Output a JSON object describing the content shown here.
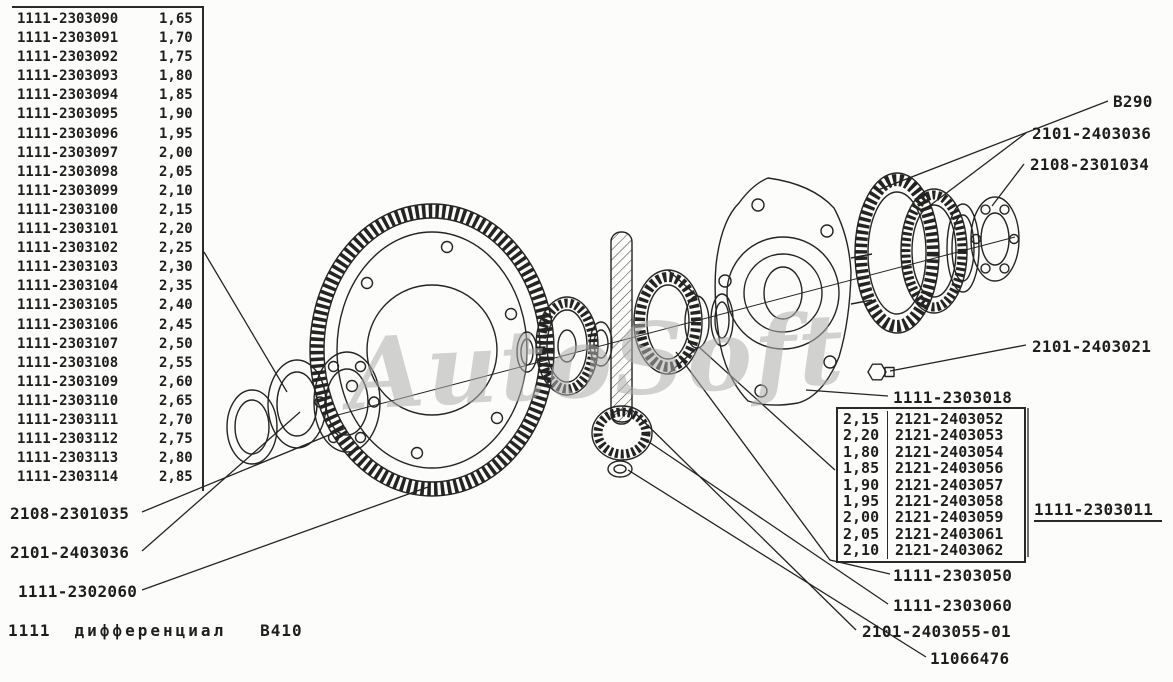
{
  "watermark": "AutoSoft",
  "title": {
    "code": "1111",
    "name": "дифференциал",
    "figure": "B410"
  },
  "left_shim_list": {
    "rows": [
      {
        "part": "1111-2303090",
        "value": "1,65"
      },
      {
        "part": "1111-2303091",
        "value": "1,70"
      },
      {
        "part": "1111-2303092",
        "value": "1,75"
      },
      {
        "part": "1111-2303093",
        "value": "1,80"
      },
      {
        "part": "1111-2303094",
        "value": "1,85"
      },
      {
        "part": "1111-2303095",
        "value": "1,90"
      },
      {
        "part": "1111-2303096",
        "value": "1,95"
      },
      {
        "part": "1111-2303097",
        "value": "2,00"
      },
      {
        "part": "1111-2303098",
        "value": "2,05"
      },
      {
        "part": "1111-2303099",
        "value": "2,10"
      },
      {
        "part": "1111-2303100",
        "value": "2,15"
      },
      {
        "part": "1111-2303101",
        "value": "2,20"
      },
      {
        "part": "1111-2303102",
        "value": "2,25"
      },
      {
        "part": "1111-2303103",
        "value": "2,30"
      },
      {
        "part": "1111-2303104",
        "value": "2,35"
      },
      {
        "part": "1111-2303105",
        "value": "2,40"
      },
      {
        "part": "1111-2303106",
        "value": "2,45"
      },
      {
        "part": "1111-2303107",
        "value": "2,50"
      },
      {
        "part": "1111-2303108",
        "value": "2,55"
      },
      {
        "part": "1111-2303109",
        "value": "2,60"
      },
      {
        "part": "1111-2303110",
        "value": "2,65"
      },
      {
        "part": "1111-2303111",
        "value": "2,70"
      },
      {
        "part": "1111-2303112",
        "value": "2,75"
      },
      {
        "part": "1111-2303113",
        "value": "2,80"
      },
      {
        "part": "1111-2303114",
        "value": "2,85"
      }
    ]
  },
  "washer_table": {
    "rows": [
      {
        "value": "2,15",
        "part": "2121-2403052"
      },
      {
        "value": "2,20",
        "part": "2121-2403053"
      },
      {
        "value": "1,80",
        "part": "2121-2403054"
      },
      {
        "value": "1,85",
        "part": "2121-2403056"
      },
      {
        "value": "1,90",
        "part": "2121-2403057"
      },
      {
        "value": "1,95",
        "part": "2121-2403058"
      },
      {
        "value": "2,00",
        "part": "2121-2403059"
      },
      {
        "value": "2,05",
        "part": "2121-2403061"
      },
      {
        "value": "2,10",
        "part": "2121-2403062"
      }
    ]
  },
  "callouts": {
    "b290": "B290",
    "bearing_right_2101_2403036": "2101-2403036",
    "bearing_2108_2301034": "2108-2301034",
    "bolt_2101_2403021": "2101-2403021",
    "case_1111_2303018": "1111-2303018",
    "group_1111_2303011": "1111-2303011",
    "gear_1111_2303050": "1111-2303050",
    "gear_1111_2303060": "1111-2303060",
    "axle_2101_2403055_01": "2101-2403055-01",
    "washer_11066476": "11066476",
    "bearing_2108_2301035": "2108-2301035",
    "bearing_left_2101_2403036": "2101-2403036",
    "gear_1111_2302060": "1111-2302060"
  }
}
